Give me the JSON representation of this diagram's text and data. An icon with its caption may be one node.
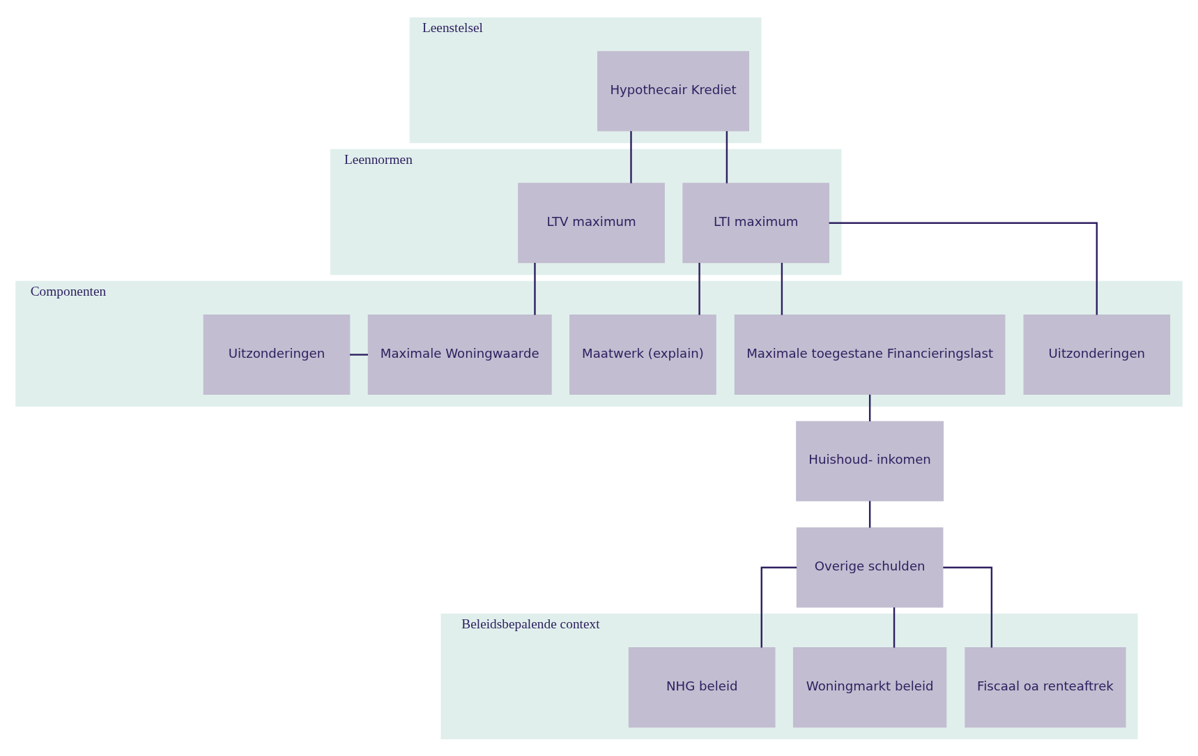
{
  "diagram": {
    "nodes": [
      {
        "text": [
          "Leenstelsel"
        ]
      },
      {
        "text": [
          "Hypothecair Krediet"
        ],
        "in": 0
      },
      {
        "text": [
          "Leennormen"
        ]
      },
      {
        "text": [
          "LTI maximum"
        ],
        "in": 2
      },
      {
        "text": [
          "LTV maximum"
        ],
        "in": 2
      },
      {
        "text": [
          "Componenten"
        ]
      },
      {
        "text": [
          "Uitzonderingen"
        ],
        "in": 5
      },
      {
        "text": [
          "Maximale toegestane Financieringslast"
        ],
        "in": 5
      },
      {
        "text": [
          "Maatwerk (explain)"
        ],
        "in": 5
      },
      {
        "text": [
          "Maximale Woningwaarde"
        ],
        "in": 5
      },
      {
        "text": [
          "Uitzonderingen"
        ],
        "in": 5
      },
      {
        "text": [
          "Huishoud- inkomen"
        ]
      },
      {
        "text": [
          "Overige schulden"
        ]
      },
      {
        "text": [
          "Beleidsbepalende context"
        ]
      },
      {
        "text": [
          "Fiscaal oa renteaftrek"
        ],
        "in": 13
      },
      {
        "text": [
          "Woningmarkt beleid"
        ],
        "in": 13
      },
      {
        "text": [
          "NHG beleid"
        ],
        "in": 13
      }
    ],
    "edges": [
      {
        "from": 1,
        "to": 3,
        "arrow": "none"
      },
      {
        "from": 1,
        "to": 4,
        "arrow": "none"
      },
      {
        "from": 3,
        "to": 6,
        "arrow": "none"
      },
      {
        "from": 3,
        "to": 7,
        "arrow": "none"
      },
      {
        "from": 3,
        "to": 8,
        "arrow": "none"
      },
      {
        "from": 4,
        "to": 9,
        "arrow": "none"
      },
      {
        "from": 9,
        "to": 10,
        "arrow": "none"
      },
      {
        "from": 7,
        "to": 11,
        "arrow": "none"
      },
      {
        "from": 11,
        "to": 12,
        "arrow": "none"
      },
      {
        "from": 12,
        "to": 14,
        "arrow": "none"
      },
      {
        "from": 12,
        "to": 15,
        "arrow": "none"
      },
      {
        "from": 12,
        "to": 16,
        "arrow": "none"
      }
    ]
  }
}
